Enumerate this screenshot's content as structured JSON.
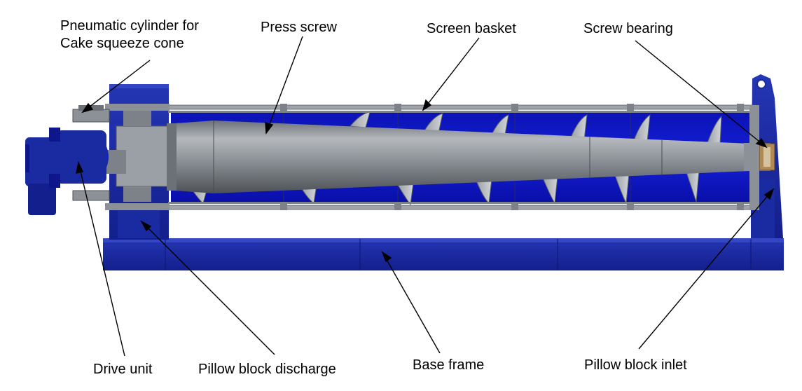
{
  "labels": {
    "pneumatic_line1": "Pneumatic cylinder for",
    "pneumatic_line2": "Cake squeeze cone",
    "press_screw": "Press screw",
    "screen_basket": "Screen basket",
    "screw_bearing": "Screw bearing",
    "drive_unit": "Drive unit",
    "pillow_block_discharge": "Pillow block discharge",
    "base_frame": "Base frame",
    "pillow_block_inlet": "Pillow block inlet"
  },
  "colors": {
    "frame_blue": "#1a2aa0",
    "frame_blue_dark": "#0d168a",
    "interior_blue": "#0a10c8",
    "steel_light": "#a9aeb4",
    "steel_mid": "#7d8288",
    "steel_dark": "#55595e",
    "line": "#000000"
  }
}
